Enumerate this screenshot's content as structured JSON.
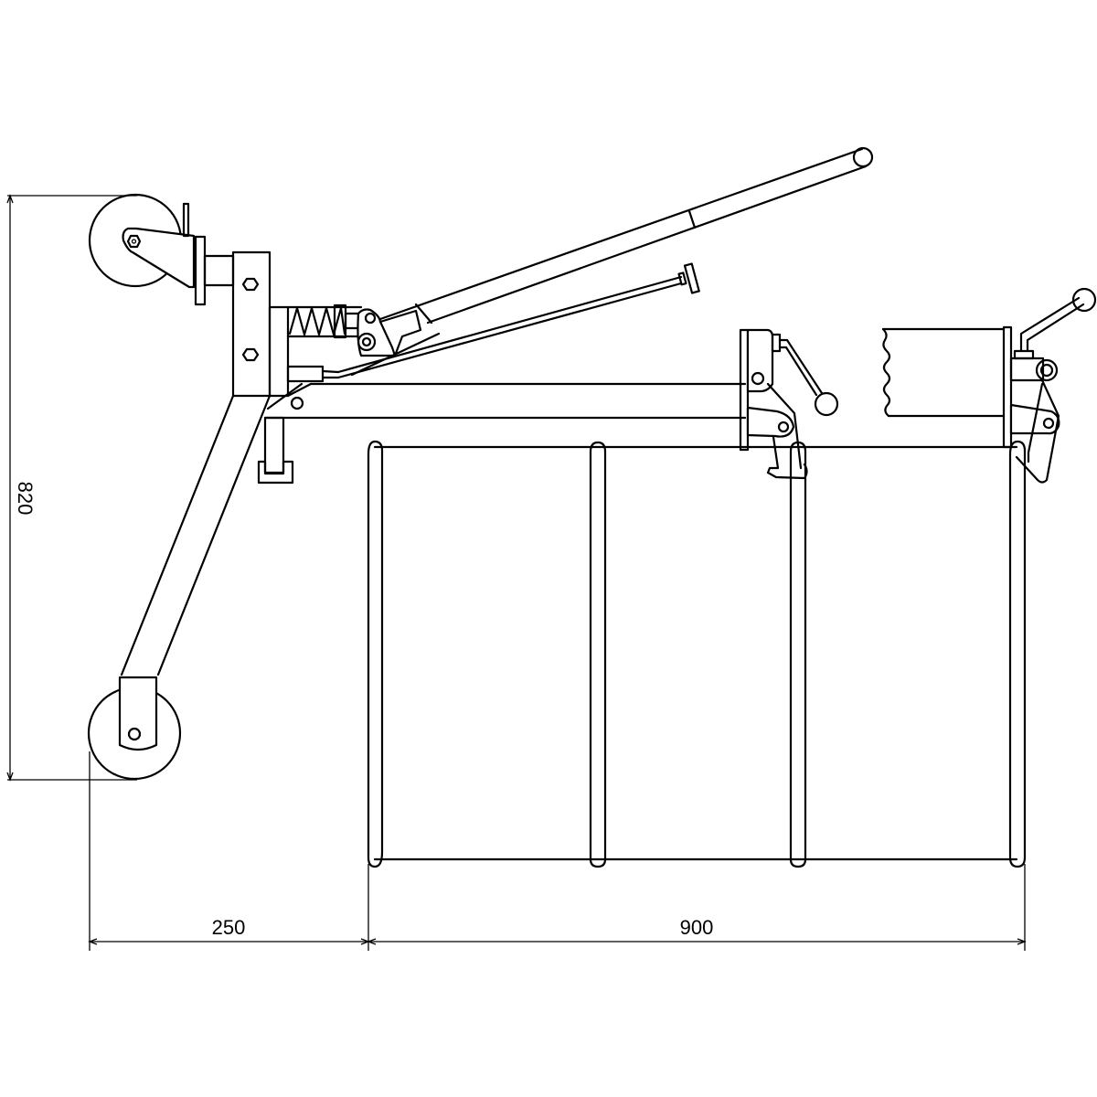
{
  "drawing": {
    "subject": "drum lifting and transport trolley with lever handle, technical side view",
    "line_color": "#000000",
    "background_color": "#ffffff"
  },
  "dimensions": {
    "height": {
      "label": "820",
      "orientation": "vertical",
      "position": "left"
    },
    "overhang": {
      "label": "250",
      "orientation": "horizontal",
      "position": "bottom-left"
    },
    "length": {
      "label": "900",
      "orientation": "horizontal",
      "position": "bottom-right"
    }
  },
  "components": [
    "upper-castor-wheel",
    "lower-wheel",
    "mast",
    "spring-assembly",
    "lever-handle",
    "release-rod",
    "front-clamp",
    "rear-clamp",
    "drum-section-broken",
    "drum-frame",
    "support-foot"
  ]
}
